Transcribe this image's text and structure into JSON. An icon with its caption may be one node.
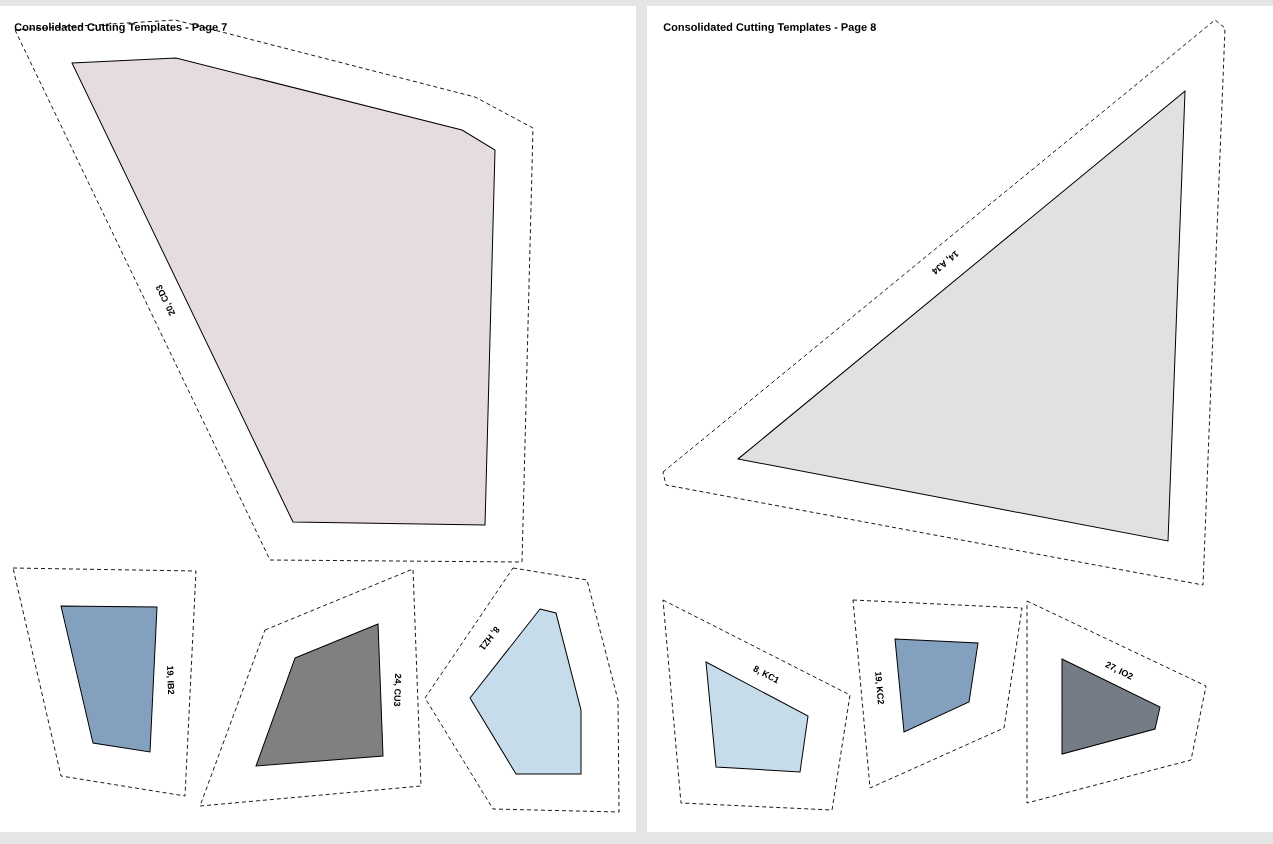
{
  "diagram": {
    "nodes": [
      {
        "text": [
          "20, CD3"
        ]
      },
      {
        "text": [
          "19, IB2"
        ]
      },
      {
        "text": [
          "24, CU3"
        ]
      },
      {
        "text": [
          "8, HZ1"
        ]
      },
      {
        "text": [
          "14, AJ4"
        ]
      },
      {
        "text": [
          "8, KC1"
        ]
      },
      {
        "text": [
          "19, KC2"
        ]
      },
      {
        "text": [
          "27, IO2"
        ]
      }
    ],
    "labels": [
      "Consolidated Cutting Templates - Page 7",
      "Consolidated Cutting Templates - Page 8"
    ]
  }
}
